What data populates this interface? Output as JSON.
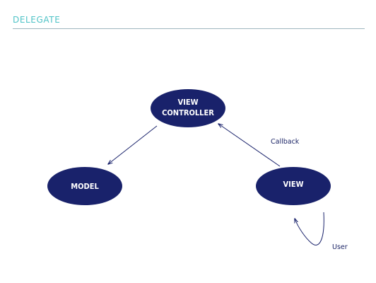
{
  "slide": {
    "title": "DELEGATE"
  },
  "colors": {
    "title": "#4fc3c7",
    "rule": "#9fb7bf",
    "node_fill": "#19226b",
    "arrow": "#19226b",
    "edge_text": "#1b2466"
  },
  "nodes": {
    "view_controller": {
      "line1": "VIEW",
      "line2": "CONTROLLER"
    },
    "model": {
      "label": "MODEL"
    },
    "view": {
      "label": "VIEW"
    }
  },
  "edges": {
    "callback": {
      "label": "Callback"
    },
    "user": {
      "label": "User"
    }
  }
}
